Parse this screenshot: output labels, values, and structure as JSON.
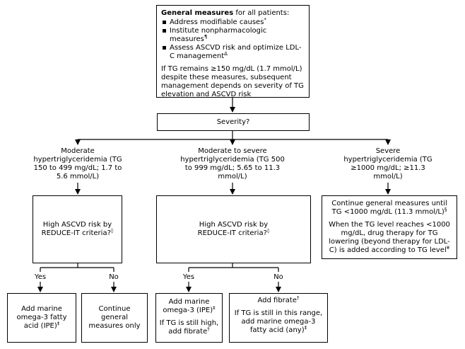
{
  "general": {
    "title_bold": "General measures",
    "title_rest": " for all patients:",
    "bullets": [
      {
        "text": "Address modifiable causes",
        "mark": "*"
      },
      {
        "text": "Institute nonpharmacologic measures",
        "mark": "¶"
      },
      {
        "text": "Assess ASCVD risk and optimize LDL-C management",
        "mark": "Δ"
      }
    ],
    "followup": "If TG remains ≥150 mg/dL (1.7 mmol/L) despite these measures, subsequent management depends on severity of TG elevation and ASCVD risk"
  },
  "severity": "Severity?",
  "branches": {
    "moderate": {
      "label": "Moderate hypertriglyceridemia (TG 150 to 499 mg/dL; 1.7 to 5.6 mmol/L)",
      "question": "High ASCVD risk by REDUCE-IT criteria?",
      "question_mark": "◊",
      "yes_label": "Yes",
      "no_label": "No",
      "yes_box": "Add marine omega-3 fatty acid (IPE)",
      "yes_mark": "‡",
      "no_box": "Continue general measures only"
    },
    "mod_severe": {
      "label": "Moderate to severe hypertriglyceridemia (TG 500 to 999 mg/dL; 5.65 to 11.3 mmol/L)",
      "question": "High ASCVD risk by REDUCE-IT criteria?",
      "question_mark": "◊",
      "yes_label": "Yes",
      "no_label": "No",
      "yes_box_1": "Add marine omega-3 (IPE)",
      "yes_box_1_mark": "‡",
      "yes_box_2": "If TG is still high, add fibrate",
      "yes_box_2_mark": "†",
      "no_box_1": "Add fibrate",
      "no_box_1_mark": "†",
      "no_box_2": "If TG is still in this range, add marine omega-3 fatty acid (any)",
      "no_box_2_mark": "‡"
    },
    "severe": {
      "label": "Severe hypertriglyceridemia (TG ≥1000 mg/dL; ≥11.3 mmol/L)",
      "box_1": "Continue general measures until TG <1000 mg/dL (11.3 mmol/L)",
      "box_1_mark": "§",
      "box_2": "When the TG level reaches <1000 mg/dL, drug therapy for TG lowering (beyond therapy for LDL-C) is added according to TG level",
      "box_2_mark": "¥"
    }
  }
}
